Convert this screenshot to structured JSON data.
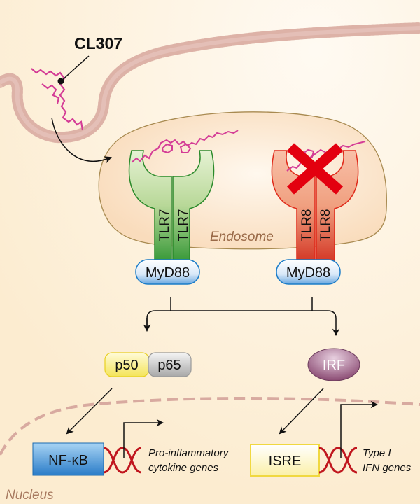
{
  "ligand": {
    "label": "CL307"
  },
  "compartments": {
    "endosome": "Endosome",
    "nucleus": "Nucleus"
  },
  "receptors": [
    {
      "name": "TLR7",
      "chains": [
        "TLR7",
        "TLR7"
      ],
      "adaptor": "MyD88",
      "color": "#3a9a3a",
      "blocked": false
    },
    {
      "name": "TLR8",
      "chains": [
        "TLR8",
        "TLR8"
      ],
      "adaptor": "MyD88",
      "color": "#e0402a",
      "blocked": true
    }
  ],
  "factors": {
    "p50": "p50",
    "p65": "p65",
    "irf": "IRF"
  },
  "promoters": [
    {
      "label": "NF-κB",
      "genes": [
        "Pro-inflammatory",
        "cytokine genes"
      ]
    },
    {
      "label": "ISRE",
      "genes": [
        "Type I",
        "IFN genes"
      ]
    }
  ],
  "colors": {
    "background": "#fdefd6",
    "ligand": "#d43c96",
    "block_mark": "#e3000f",
    "dna": "#c0161e",
    "myd88": "#1a7cc8"
  }
}
